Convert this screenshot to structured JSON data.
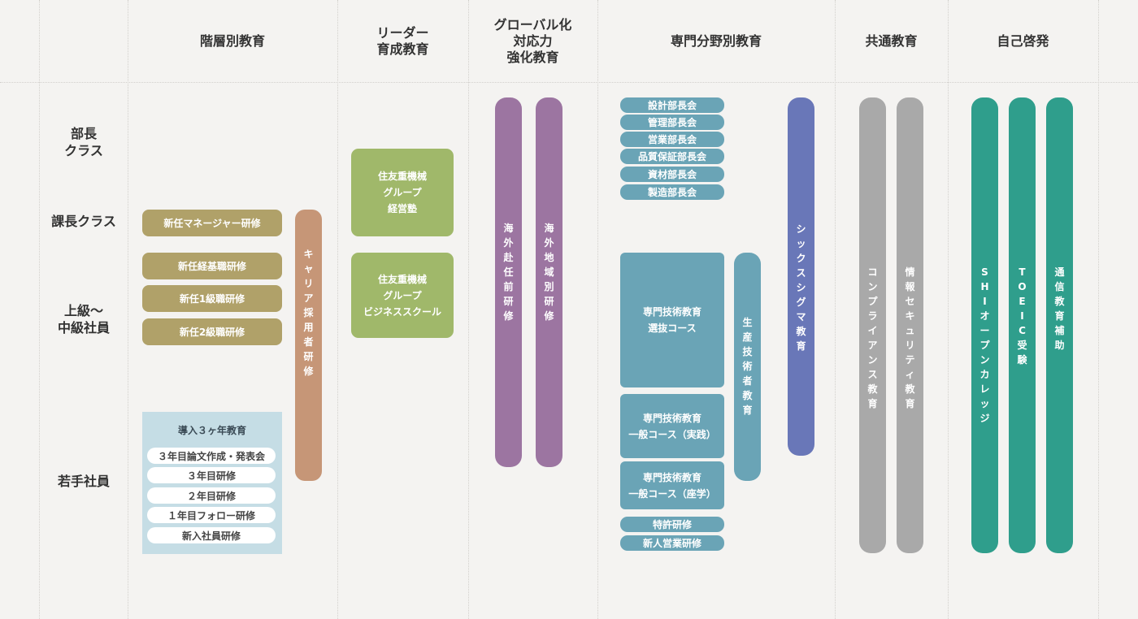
{
  "columns": {
    "hierarchy": "階層別教育",
    "leader": "リーダー\n育成教育",
    "global": "グローバル化\n対応力\n強化教育",
    "specialty": "専門分野別教育",
    "common": "共通教育",
    "self": "自己啓発"
  },
  "rows": {
    "bucho": "部長\nクラス",
    "kacho": "課長クラス",
    "joukyu": "上級～\n中級社員",
    "wakate": "若手社員"
  },
  "hierarchy": {
    "new_manager": "新任マネージャー研修",
    "new_keiki": "新任経基職研修",
    "new_1kyu": "新任1級職研修",
    "new_2kyu": "新任2級職研修",
    "career": "キャリア採用者研修",
    "intro": {
      "title": "導入３ヶ年教育",
      "items": [
        "３年目論文作成・発表会",
        "３年目研修",
        "２年目研修",
        "１年目フォロー研修",
        "新入社員研修"
      ]
    }
  },
  "leader": {
    "keiei": "住友重機械\nグループ\n経営塾",
    "business": "住友重機械\nグループ\nビジネススクール"
  },
  "global": {
    "overseas_assign": "海外赴任前研修",
    "overseas_region": "海外地域別研修"
  },
  "specialty": {
    "bucho_meetings": [
      "設計部長会",
      "管理部長会",
      "営業部長会",
      "品質保証部長会",
      "資材部長会",
      "製造部長会"
    ],
    "tech_select": "専門技術教育\n選抜コース",
    "tech_practice": "専門技術教育\n一般コース（実践）",
    "tech_lecture": "専門技術教育\n一般コース（座学）",
    "patent": "特許研修",
    "new_sales": "新人営業研修",
    "production_engineer": "生産技術者教育",
    "six_sigma": "シックスシグマ教育"
  },
  "common": {
    "compliance": "コンプライアンス教育",
    "info_security": "情報セキュリティ教育"
  },
  "self": {
    "shi_open": "SHIオープンカレッジ",
    "toeic": "TOEIC受験",
    "correspondence": "通信教育補助"
  },
  "colors": {
    "background": "#f4f3f1",
    "olive": "#b0a169",
    "career": "#c69677",
    "green": "#a0b86a",
    "purple": "#9c75a1",
    "teal": "#6aa4b6",
    "indigo": "#6977b8",
    "gray": "#a9a9a9",
    "emerald": "#2f9e8c",
    "intro_panel": "#c5dde5"
  }
}
